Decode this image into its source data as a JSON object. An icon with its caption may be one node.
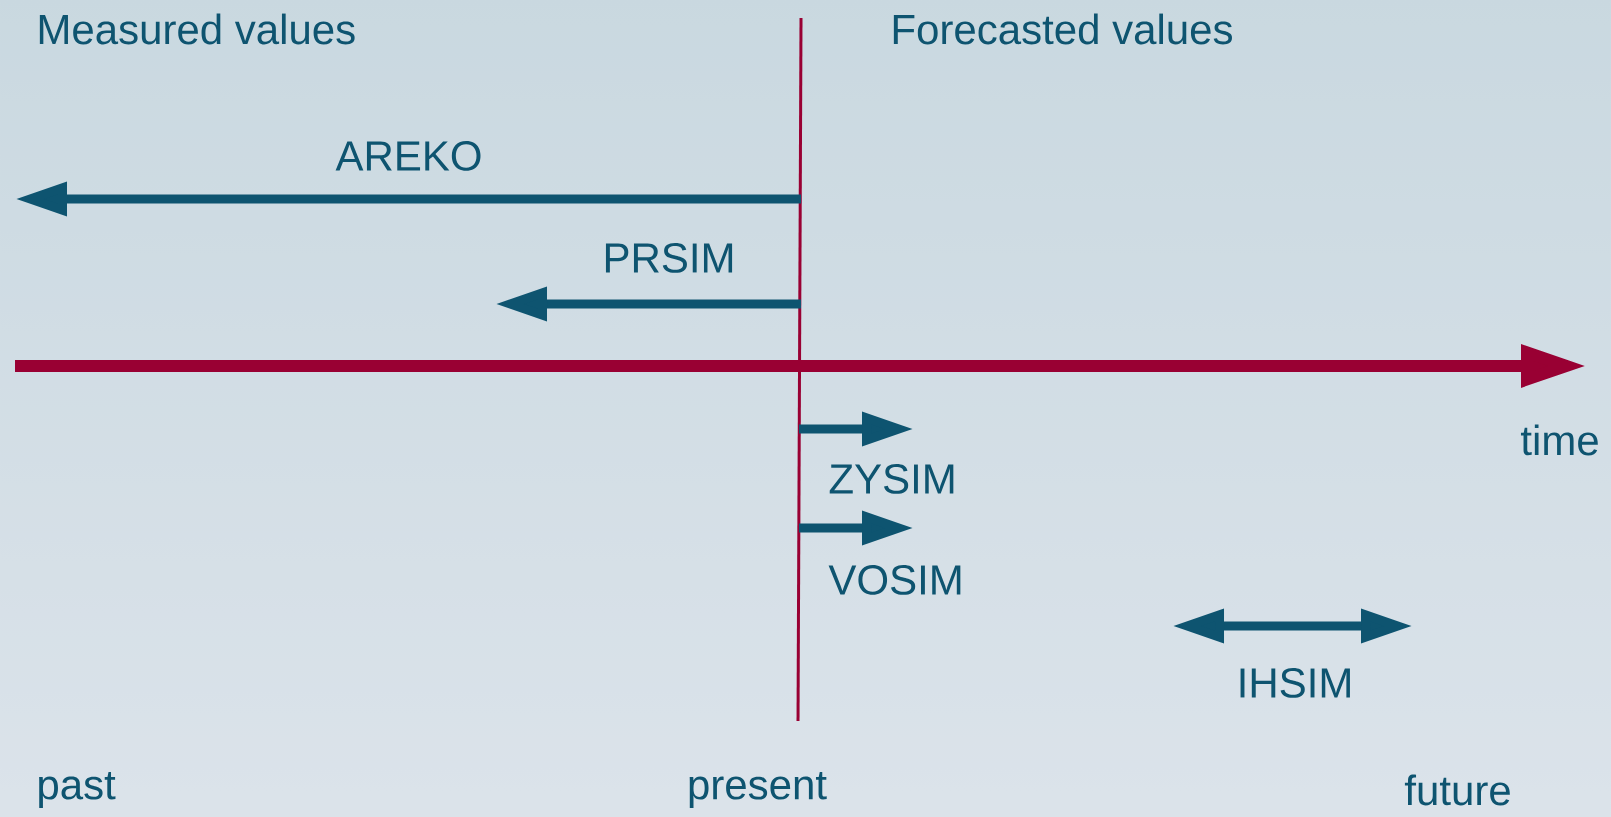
{
  "diagram": {
    "labels": [
      "Measured values",
      "Forecasted values",
      "AREKO",
      "PRSIM",
      "time",
      "ZYSIM",
      "VOSIM",
      "IHSIM",
      "past",
      "present",
      "future"
    ]
  }
}
